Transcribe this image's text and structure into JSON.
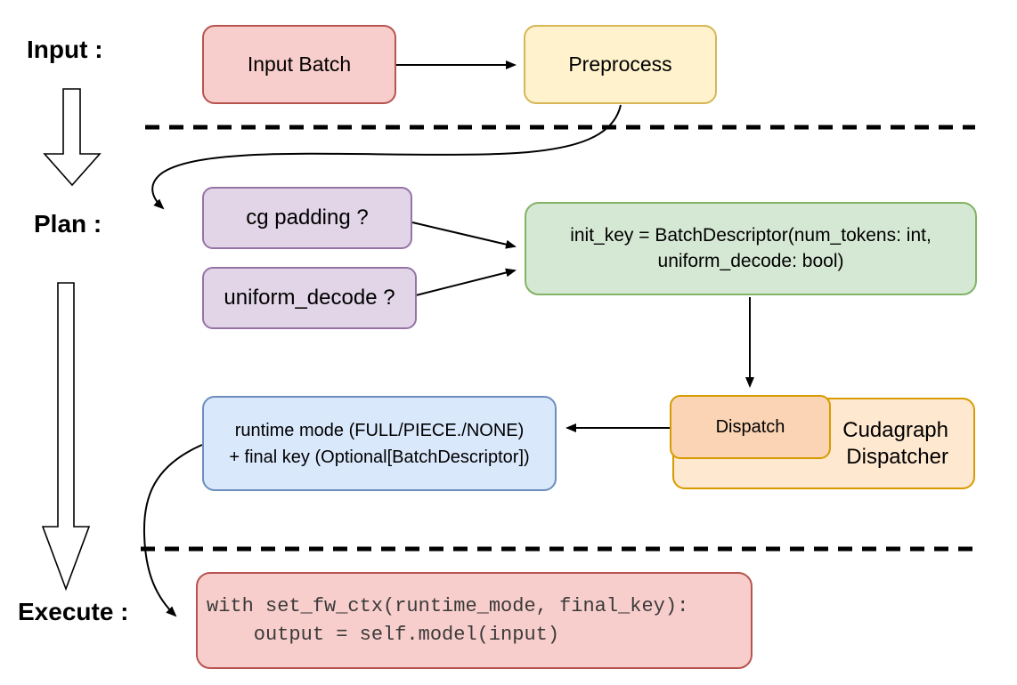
{
  "sections": {
    "input_label": "Input :",
    "plan_label": "Plan :",
    "execute_label": "Execute :"
  },
  "nodes": {
    "input_batch": "Input Batch",
    "preprocess": "Preprocess",
    "cg_padding": "cg padding ?",
    "uniform_decode": "uniform_decode ?",
    "init_key_line1": "init_key = BatchDescriptor(num_tokens: int,",
    "init_key_line2": "uniform_decode: bool)",
    "runtime_line1": "runtime mode (FULL/PIECE./NONE)",
    "runtime_line2": "+ final key (Optional[BatchDescriptor])",
    "dispatch": "Dispatch",
    "cudagraph_line1": "Cudagraph",
    "cudagraph_line2": "Dispatcher",
    "code_line1": "with set_fw_ctx(runtime_mode, final_key):",
    "code_line2": "    output = self.model(input)"
  },
  "colors": {
    "red_fill": "#f8cecc",
    "red_border": "#b85450",
    "yellow_fill": "#fff2cc",
    "yellow_border": "#d6b656",
    "purple_fill": "#e1d5e7",
    "purple_border": "#9673a6",
    "green_fill": "#d5e8d4",
    "green_border": "#82b366",
    "blue_fill": "#dae8fc",
    "blue_border": "#6c8ebf",
    "orange_inner_fill": "#fad4b4",
    "orange_outer_fill": "#ffe8d0",
    "orange_border": "#d79b00",
    "arrow_color": "#000000"
  }
}
